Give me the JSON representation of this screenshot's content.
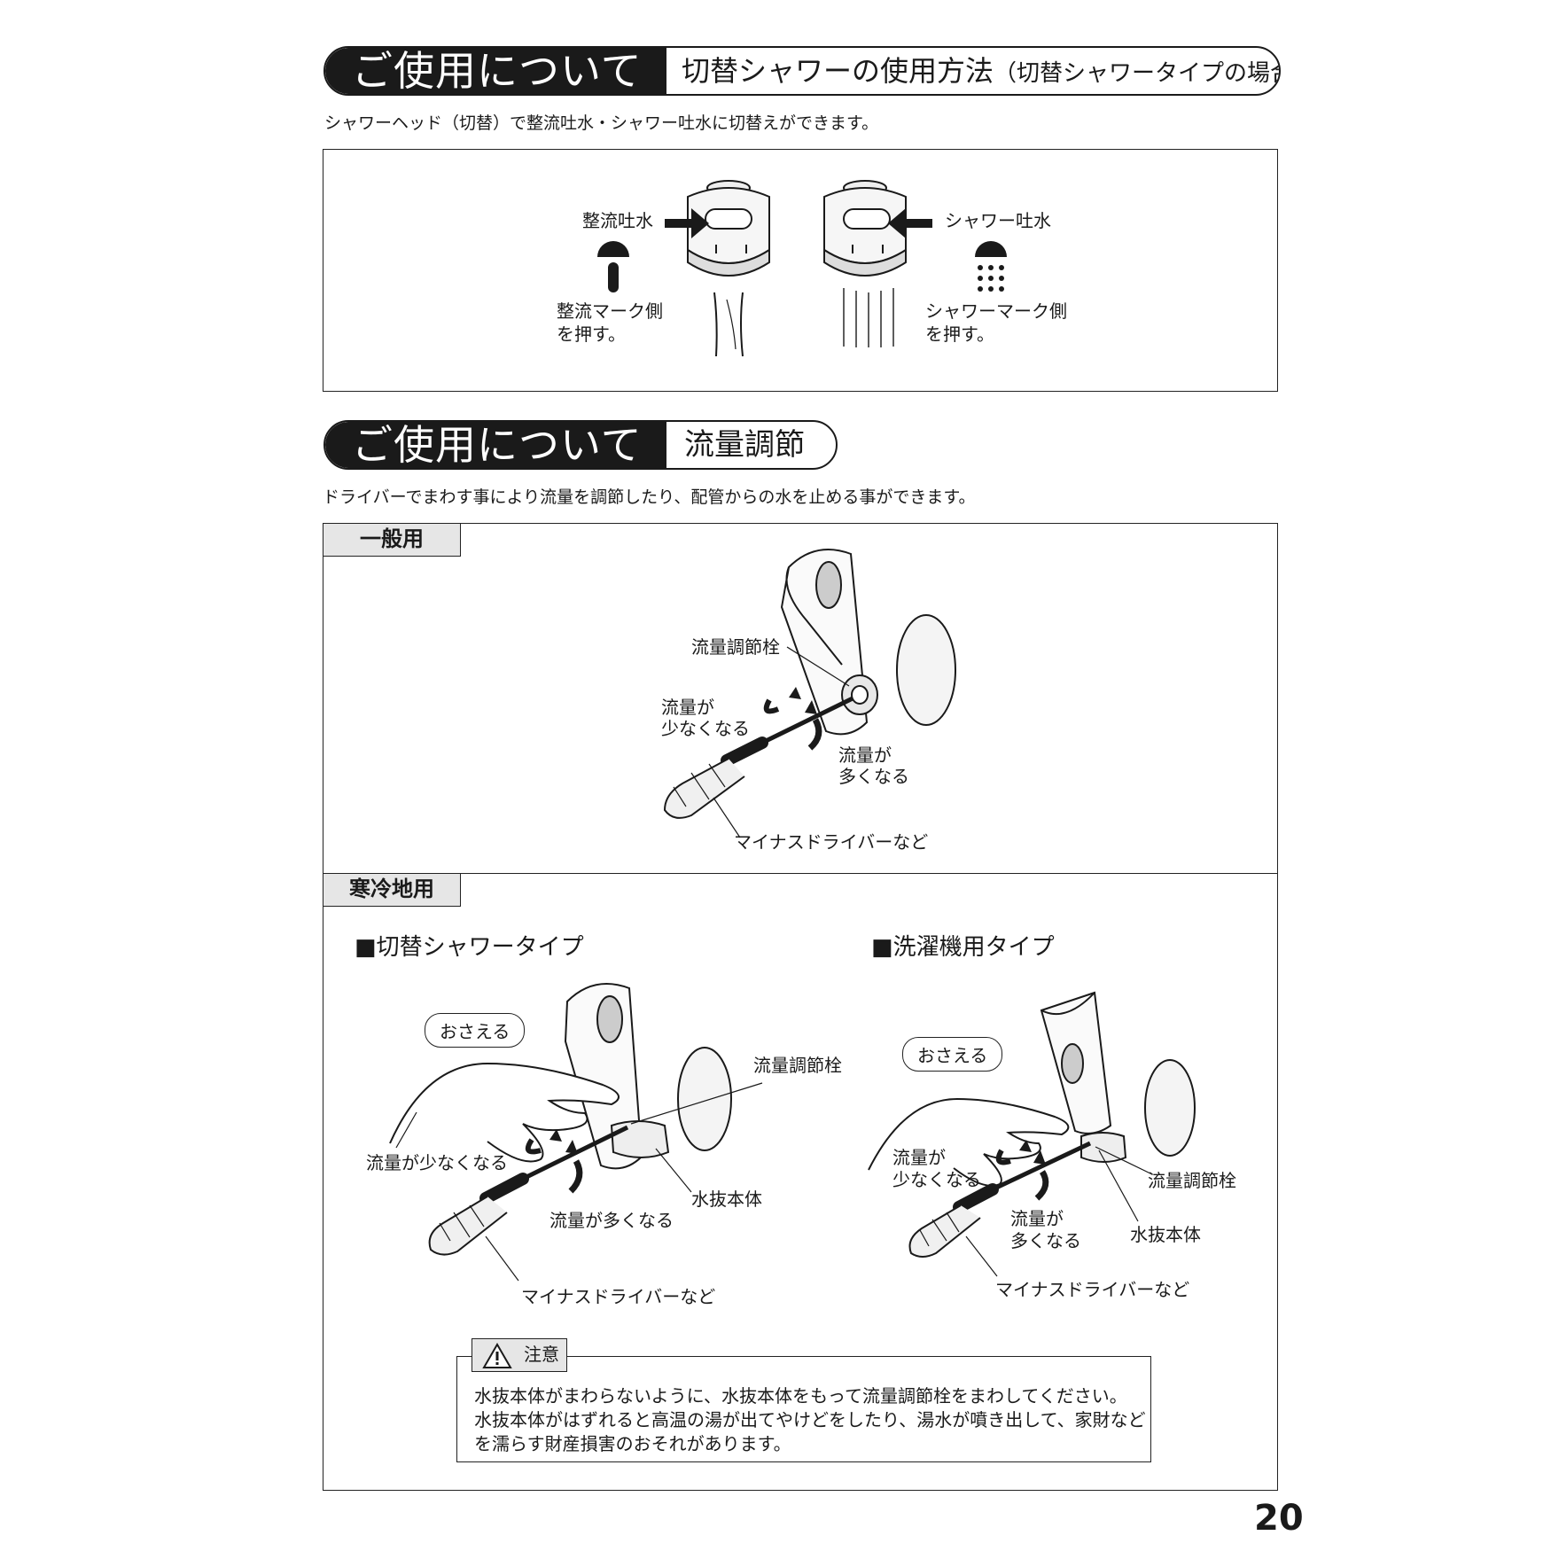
{
  "section1": {
    "title": "ご使用について",
    "subtitle": "切替シャワーの使用方法",
    "subtitle_note": "（切替シャワータイプの場合）",
    "lead": "シャワーヘッド（切替）で整流吐水・シャワー吐水に切替えができます。",
    "left_label": "整流吐水",
    "left_press_line1": "整流マーク側",
    "left_press_line2": "を押す。",
    "right_label": "シャワー吐水",
    "right_press_line1": "シャワーマーク側",
    "right_press_line2": "を押す。"
  },
  "section2": {
    "title": "ご使用について",
    "subtitle": "流量調節",
    "lead": "ドライバーでまわす事により流量を調節したり、配管からの水を止める事ができます。",
    "general": {
      "tab": "一般用",
      "valve": "流量調節栓",
      "less_line1": "流量が",
      "less_line2": "少なくなる",
      "more_line1": "流量が",
      "more_line2": "多くなる",
      "driver": "マイナスドライバーなど"
    },
    "cold": {
      "tab": "寒冷地用",
      "left": {
        "title": "■切替シャワータイプ",
        "hold": "おさえる",
        "valve": "流量調節栓",
        "less": "流量が少なくなる",
        "body": "水抜本体",
        "more": "流量が多くなる",
        "driver": "マイナスドライバーなど"
      },
      "right": {
        "title": "■洗濯機用タイプ",
        "hold": "おさえる",
        "less_line1": "流量が",
        "less_line2": "少なくなる",
        "valve": "流量調節栓",
        "more_line1": "流量が",
        "more_line2": "多くなる",
        "body": "水抜本体",
        "driver": "マイナスドライバーなど"
      }
    },
    "caution": {
      "label": "注意",
      "line1": "水抜本体がまわらないように、水抜本体をもって流量調節栓をまわしてください。",
      "line2": "水抜本体がはずれると高温の湯が出てやけどをしたり、湯水が噴き出して、家財など",
      "line3": "を濡らす財産損害のおそれがあります。"
    }
  },
  "page_number": "20"
}
